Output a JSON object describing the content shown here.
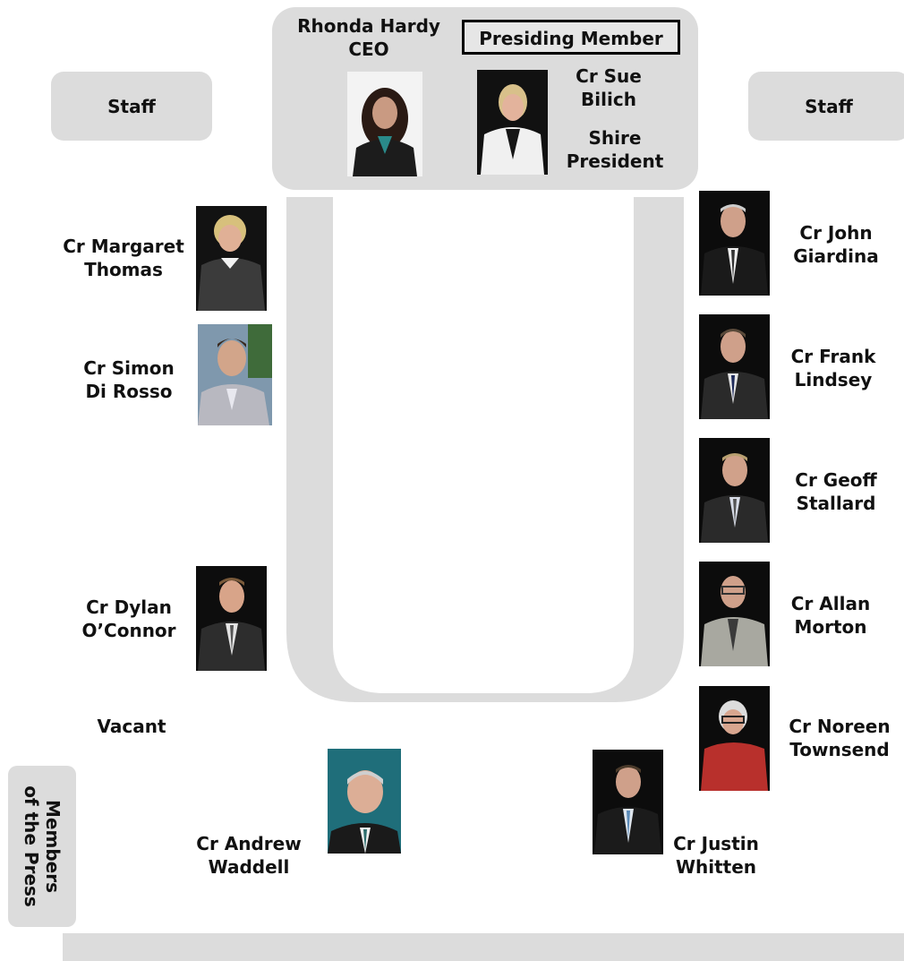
{
  "head_table": {
    "ceo": {
      "line1": "Rhonda Hardy",
      "line2": "CEO"
    },
    "presiding_member_label": "Presiding Member",
    "president": {
      "line1": "Cr Sue",
      "line2": "Bilich",
      "line3": "Shire",
      "line4": "President"
    }
  },
  "staff_left": "Staff",
  "staff_right": "Staff",
  "left_members": [
    {
      "line1": "Cr Margaret",
      "line2": "Thomas"
    },
    {
      "line1": "Cr Simon",
      "line2": "Di Rosso"
    },
    {
      "line1": "Cr Dylan",
      "line2": "O’Connor"
    }
  ],
  "vacant": "Vacant",
  "right_members": [
    {
      "line1": "Cr John",
      "line2": "Giardina"
    },
    {
      "line1": "Cr Frank",
      "line2": "Lindsey"
    },
    {
      "line1": "Cr Geoff",
      "line2": "Stallard"
    },
    {
      "line1": "Cr Allan",
      "line2": "Morton"
    },
    {
      "line1": "Cr Noreen",
      "line2": "Townsend"
    }
  ],
  "bottom_members": [
    {
      "line1": "Cr Andrew",
      "line2": "Waddell"
    },
    {
      "line1": "Cr Justin",
      "line2": "Whitten"
    }
  ],
  "press": {
    "line1": "Members",
    "line2": "of the Press"
  }
}
